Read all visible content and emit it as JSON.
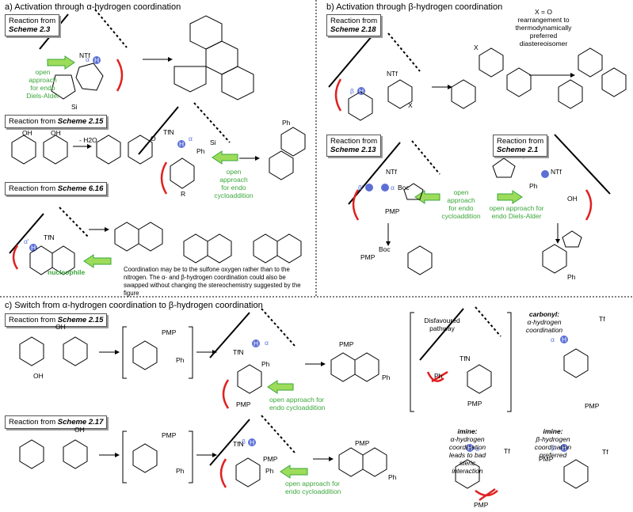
{
  "panels": {
    "a_title": "a) Activation through α-hydrogen coordination",
    "b_title": "b) Activation through β-hydrogen coordination",
    "c_title": "c) Switch from α-hydrogen coordination to β-hydrogen coordination"
  },
  "reactions": {
    "prefix": "Reaction from ",
    "a1": "Scheme 2.3",
    "a2": "Scheme 2.15",
    "a3": "Scheme 6.16",
    "b1": "Scheme 2.18",
    "b2": "Scheme 2.13",
    "b3": "Scheme 2.1",
    "c1": "Scheme 2.15",
    "c2": "Scheme 2.17"
  },
  "labels": {
    "open_endo_da_1": "open\napproach\nfor endo\nDiels-Alder",
    "minus_h2o": "- H2O",
    "open_endo_cyclo_1": "open\napproach\nfor endo\ncycloaddition",
    "nucleophile": "nucleophile",
    "coordination_note": "Coordination may be to the sulfone oxygen rather than to the nitrogen. The α- and β-hydrogen coordination could also be swapped without changing the stereochemistry suggested by the figure",
    "rearrangement": "X = O\nrearrangement to\nthermodynamically\npreferred\ndiastereoisomer",
    "open_endo_cyclo_2": "open\napproach\nfor endo\ncycloaddition",
    "open_endo_da_2": "open approach for\nendo Diels-Alder",
    "open_endo_cyclo_3": "open approach for\nendo cycloaddition",
    "disfavoured": "Disfavoured\npathway",
    "carbonyl_title": "carbonyl:",
    "carbonyl_desc": "α-hydrogen\ncoordination",
    "open_endo_cyclo_4": "open approach for\nendo cycloaddition",
    "imine_a_title": "imine:",
    "imine_a_desc": "α-hydrogen\ncoordination\nleads to bad\nsteric\ninteraction",
    "imine_b_title": "imine:",
    "imine_b_desc": "β-hydrogen\ncoordination\npreferred"
  },
  "atoms": {
    "ntf": "NTf",
    "tfn": "TfN",
    "tf": "Tf",
    "pmp": "PMP",
    "ph": "Ph",
    "boc": "Boc",
    "alpha": "α",
    "beta": "β",
    "alpha_prime": "α'",
    "beta_prime": "β'",
    "h": "H",
    "x": "X",
    "si": "Si",
    "oh": "OH",
    "r": "R",
    "o": "O",
    "n": "N"
  },
  "colors": {
    "green": "#3aa63a",
    "red": "#e02020",
    "blue": "#5b6fd6"
  }
}
